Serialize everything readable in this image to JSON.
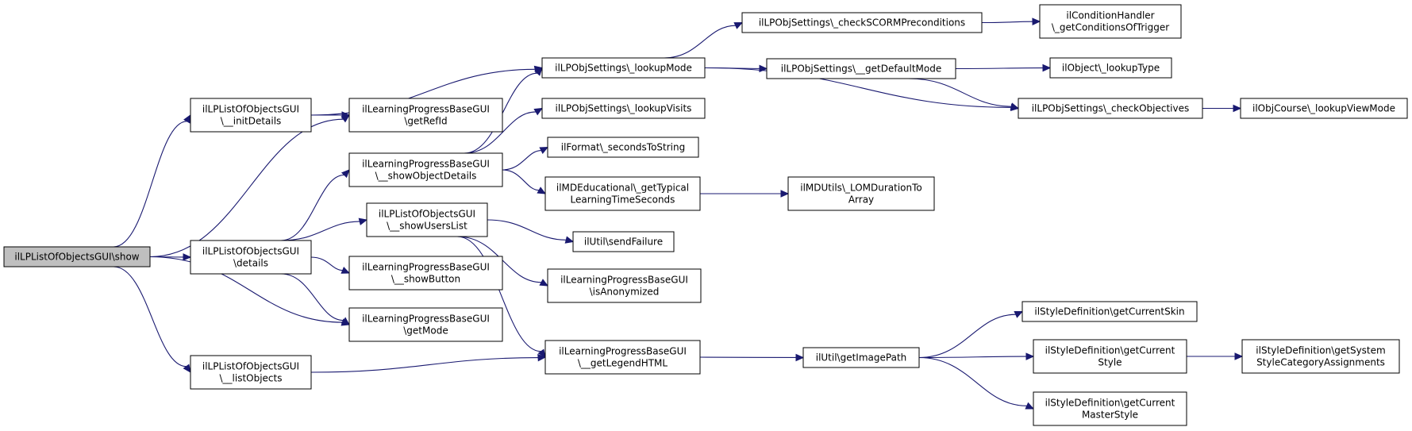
{
  "title": "",
  "colors": {
    "edge": "#191970",
    "root_fill": "#bfbfbf",
    "node_fill": "#ffffff",
    "node_border": "#000000"
  },
  "nodes": {
    "show": [
      "ilLPListOfObjectsGUI\\show"
    ],
    "initDetails": [
      "ilLPListOfObjectsGUI",
      "\\__initDetails"
    ],
    "details": [
      "ilLPListOfObjectsGUI",
      "\\details"
    ],
    "listObjects": [
      "ilLPListOfObjectsGUI",
      "\\__listObjects"
    ],
    "getRefId": [
      "ilLearningProgressBaseGUI",
      "\\getRefId"
    ],
    "showObjectDetails": [
      "ilLearningProgressBaseGUI",
      "\\__showObjectDetails"
    ],
    "showUsersList": [
      "ilLPListOfObjectsGUI",
      "\\__showUsersList"
    ],
    "showButton": [
      "ilLearningProgressBaseGUI",
      "\\__showButton"
    ],
    "getMode": [
      "ilLearningProgressBaseGUI",
      "\\getMode"
    ],
    "lookupMode": [
      "ilLPObjSettings\\_lookupMode"
    ],
    "lookupVisits": [
      "ilLPObjSettings\\_lookupVisits"
    ],
    "secondsToString": [
      "ilFormat\\_secondsToString"
    ],
    "typicalTime": [
      "ilMDEducational\\_getTypical",
      "LearningTimeSeconds"
    ],
    "sendFailure": [
      "ilUtil\\sendFailure"
    ],
    "isAnonymized": [
      "ilLearningProgressBaseGUI",
      "\\isAnonymized"
    ],
    "legendHTML": [
      "ilLearningProgressBaseGUI",
      "\\__getLegendHTML"
    ],
    "scorm": [
      "ilLPObjSettings\\_checkSCORMPreconditions"
    ],
    "defaultMode": [
      "ilLPObjSettings\\__getDefaultMode"
    ],
    "checkObjectives": [
      "ilLPObjSettings\\_checkObjectives"
    ],
    "lomDuration": [
      "ilMDUtils\\_LOMDurationTo",
      "Array"
    ],
    "imagePath": [
      "ilUtil\\getImagePath"
    ],
    "conditions": [
      "ilConditionHandler",
      "\\_getConditionsOfTrigger"
    ],
    "lookupType": [
      "ilObject\\_lookupType"
    ],
    "courseView": [
      "ilObjCourse\\_lookupViewMode"
    ],
    "currentSkin": [
      "ilStyleDefinition\\getCurrentSkin"
    ],
    "currentStyle": [
      "ilStyleDefinition\\getCurrent",
      "Style"
    ],
    "masterStyle": [
      "ilStyleDefinition\\getCurrent",
      "MasterStyle"
    ],
    "systemStyle": [
      "ilStyleDefinition\\getSystem",
      "StyleCategoryAssignments"
    ]
  },
  "edges": [
    [
      "show",
      "initDetails"
    ],
    [
      "show",
      "getRefId"
    ],
    [
      "show",
      "details"
    ],
    [
      "show",
      "getMode"
    ],
    [
      "show",
      "listObjects"
    ],
    [
      "initDetails",
      "lookupMode"
    ],
    [
      "initDetails",
      "getRefId"
    ],
    [
      "details",
      "showObjectDetails"
    ],
    [
      "details",
      "showUsersList"
    ],
    [
      "details",
      "showButton"
    ],
    [
      "details",
      "getMode"
    ],
    [
      "listObjects",
      "legendHTML"
    ],
    [
      "showObjectDetails",
      "lookupMode"
    ],
    [
      "showObjectDetails",
      "lookupVisits"
    ],
    [
      "showObjectDetails",
      "secondsToString"
    ],
    [
      "showObjectDetails",
      "typicalTime"
    ],
    [
      "showUsersList",
      "sendFailure"
    ],
    [
      "showUsersList",
      "isAnonymized"
    ],
    [
      "showUsersList",
      "legendHTML"
    ],
    [
      "lookupMode",
      "scorm"
    ],
    [
      "lookupMode",
      "defaultMode"
    ],
    [
      "lookupMode",
      "checkObjectives"
    ],
    [
      "scorm",
      "conditions"
    ],
    [
      "defaultMode",
      "lookupType"
    ],
    [
      "defaultMode",
      "checkObjectives"
    ],
    [
      "checkObjectives",
      "courseView"
    ],
    [
      "typicalTime",
      "lomDuration"
    ],
    [
      "legendHTML",
      "imagePath"
    ],
    [
      "imagePath",
      "currentSkin"
    ],
    [
      "imagePath",
      "currentStyle"
    ],
    [
      "imagePath",
      "masterStyle"
    ],
    [
      "currentStyle",
      "systemStyle"
    ]
  ]
}
